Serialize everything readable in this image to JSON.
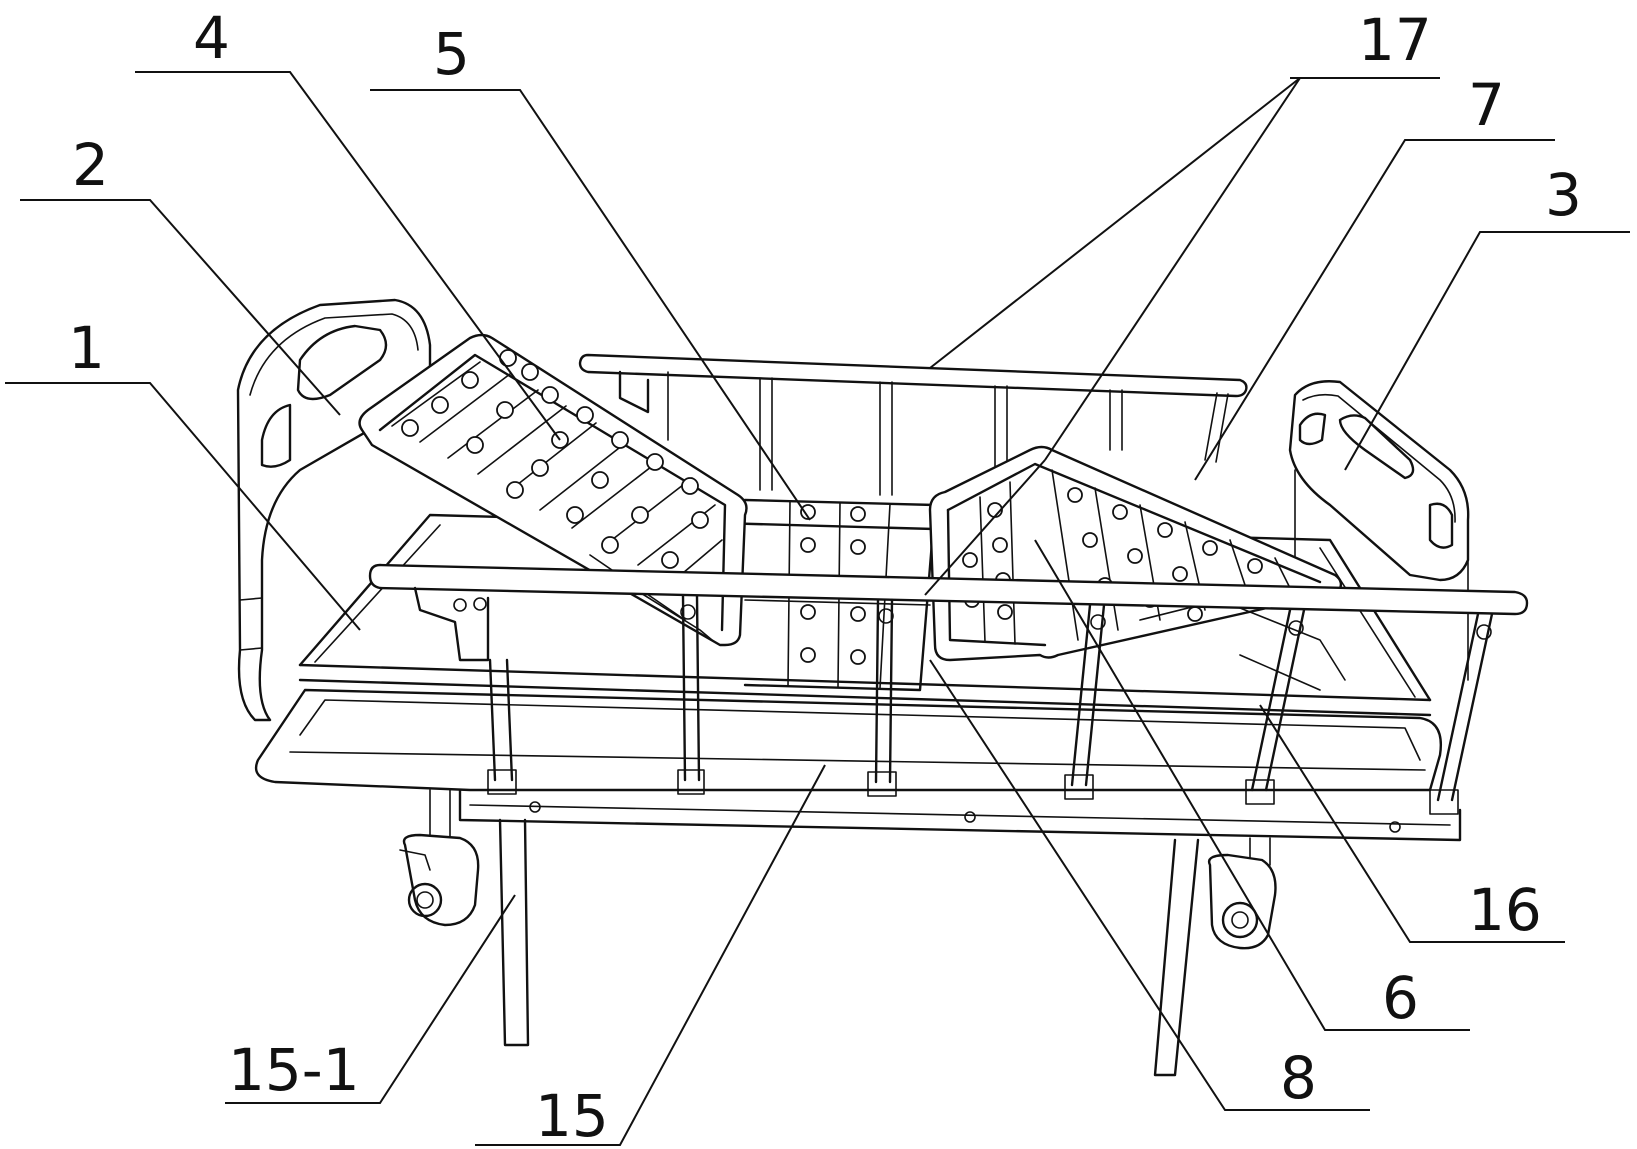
{
  "labels": {
    "l1": "1",
    "l2": "2",
    "l3": "3",
    "l4": "4",
    "l5": "5",
    "l6": "6",
    "l7": "7",
    "l8": "8",
    "l15": "15",
    "l15_1": "15-1",
    "l16": "16",
    "l17": "17"
  }
}
